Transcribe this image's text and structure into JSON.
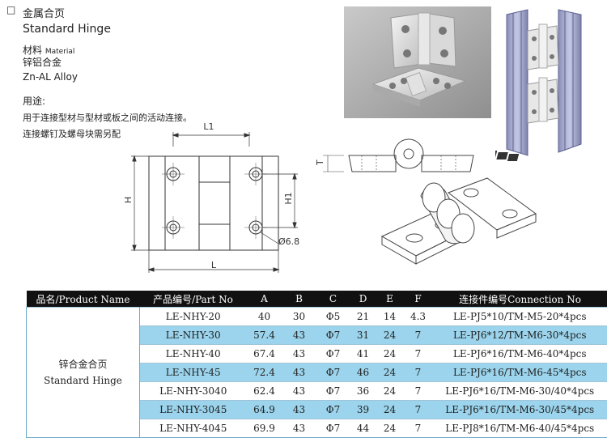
{
  "header": {
    "checkbox": "□",
    "title_cn": "金属合页",
    "title_en": "Standard Hinge",
    "material_cn": "材料",
    "material_en": "Material",
    "material_value_cn": "锌铝合金",
    "material_value_en": "Zn-AL Alloy",
    "usage_label": "用途:",
    "usage_line1": "用于连接型材与型材或板之间的活动连接。",
    "usage_line2": "连接螺钉及螺母块需另配"
  },
  "drawing": {
    "dim_L1": "L1",
    "dim_H": "H",
    "dim_H1": "H1",
    "dim_L": "L",
    "dim_hole": "Ø6.8",
    "dim_T": "T"
  },
  "table": {
    "headers": [
      "品名/Product Name",
      "产品编号/Part No",
      "A",
      "B",
      "C",
      "D",
      "E",
      "F",
      "连接件编号Connection No"
    ],
    "product_name_cn": "锌合金合页",
    "product_name_en": "Standard Hinge",
    "rows": [
      {
        "part": "LE-NHY-20",
        "A": "40",
        "B": "30",
        "C": "Φ5",
        "D": "21",
        "E": "14",
        "F": "4.3",
        "conn": "LE-PJ5*10/TM-M5-20*4pcs"
      },
      {
        "part": "LE-NHY-30",
        "A": "57.4",
        "B": "43",
        "C": "Φ7",
        "D": "31",
        "E": "24",
        "F": "7",
        "conn": "LE-PJ6*12/TM-M6-30*4pcs"
      },
      {
        "part": "LE-NHY-40",
        "A": "67.4",
        "B": "43",
        "C": "Φ7",
        "D": "41",
        "E": "24",
        "F": "7",
        "conn": "LE-PJ6*16/TM-M6-40*4pcs"
      },
      {
        "part": "LE-NHY-45",
        "A": "72.4",
        "B": "43",
        "C": "Φ7",
        "D": "46",
        "E": "24",
        "F": "7",
        "conn": "LE-PJ6*16/TM-M6-45*4pcs"
      },
      {
        "part": "LE-NHY-3040",
        "A": "62.4",
        "B": "43",
        "C": "Φ7",
        "D": "36",
        "E": "24",
        "F": "7",
        "conn": "LE-PJ6*16/TM-M6-30/40*4pcs"
      },
      {
        "part": "LE-NHY-3045",
        "A": "64.9",
        "B": "43",
        "C": "Φ7",
        "D": "39",
        "E": "24",
        "F": "7",
        "conn": "LE-PJ6*16/TM-M6-30/45*4pcs"
      },
      {
        "part": "LE-NHY-4045",
        "A": "69.9",
        "B": "43",
        "C": "Φ7",
        "D": "44",
        "E": "24",
        "F": "7",
        "conn": "LE-PJ8*16/TM-M6-40/45*4pcs"
      }
    ],
    "blue_rows": [
      1,
      3,
      5
    ],
    "colors": {
      "header_bg": "#111111",
      "row_blue": "#9bd4ec",
      "border": "#6aa9c8"
    }
  }
}
